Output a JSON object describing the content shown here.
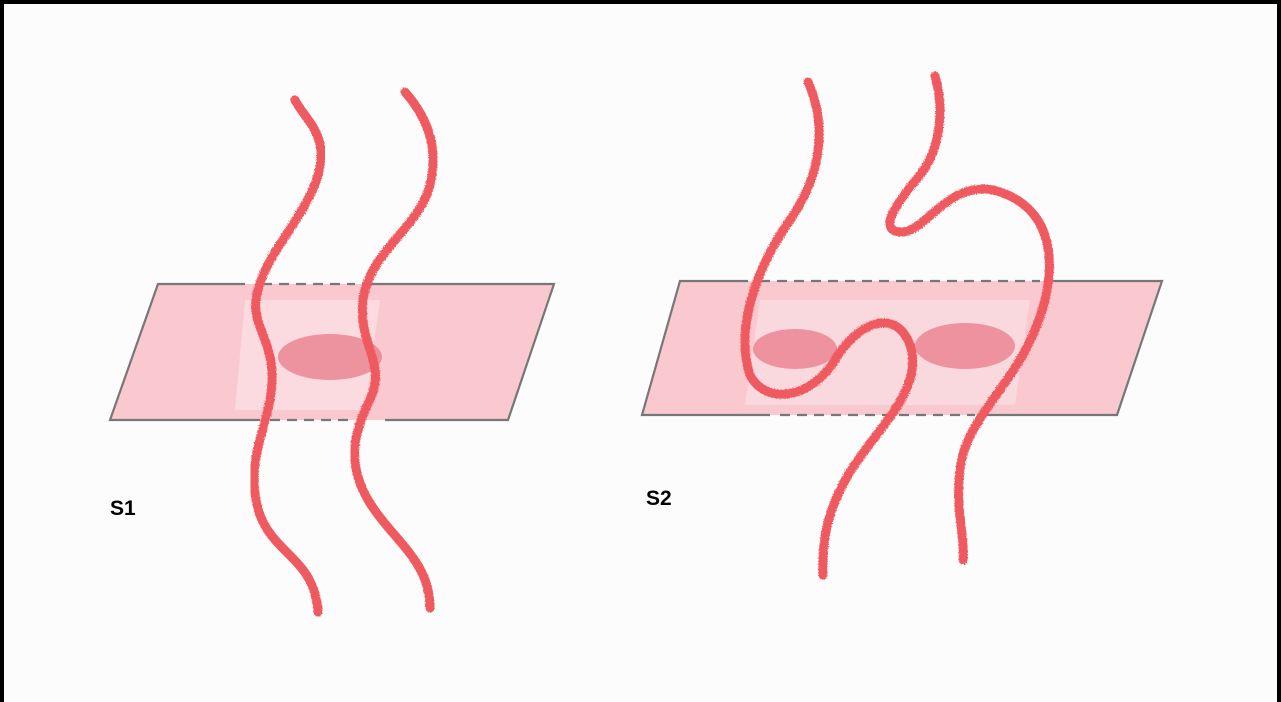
{
  "panels": [
    {
      "id": "s1",
      "label": "S1"
    },
    {
      "id": "s2",
      "label": "S2"
    }
  ],
  "colors": {
    "strand": "#ee5a5e",
    "plane_fill": "#f9c9cf",
    "plane_edge": "#777777",
    "bulge": "#ea8593",
    "frame": "#000000"
  }
}
